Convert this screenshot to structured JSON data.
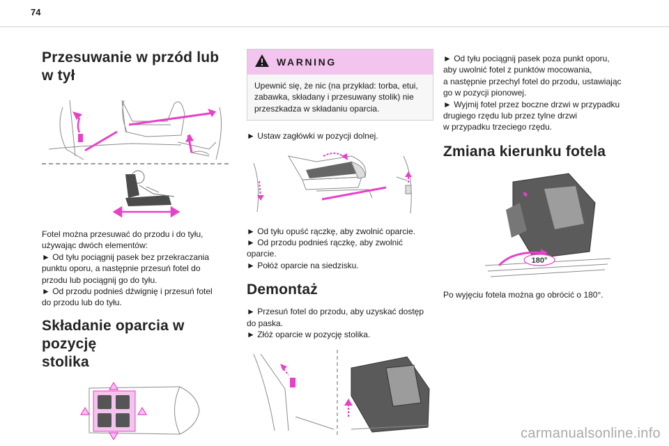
{
  "page": {
    "number": "74"
  },
  "col1": {
    "heading1": [
      "Przesuwanie w przód lub",
      "w tył"
    ],
    "paragraph1": [
      "Fotel można przesuwać do przodu i do tyłu,",
      "używając dwóch elementów:",
      "► Od tyłu pociągnij pasek bez przekraczania",
      "punktu oporu, a następnie przesuń fotel do",
      "przodu lub pociągnij go do tyłu.",
      "► Od przodu podnieś dźwignię i przesuń fotel",
      "do przodu lub do tyłu."
    ],
    "heading2": [
      "Składanie oparcia w pozycję",
      "stolika"
    ]
  },
  "col2": {
    "warning": {
      "title": "WARNING",
      "body": [
        "Upewnić się, że nic (na przykład: torba, etui,",
        "zabawka, składany i przesuwany stolik) nie",
        "przeszkadza w składaniu oparcia."
      ]
    },
    "step_headrest": "► Ustaw zagłówki w pozycji dolnej.",
    "paragraph_fold": [
      "► Od tyłu opuść rączkę, aby zwolnić oparcie.",
      "► Od przodu podnieś rączkę, aby zwolnić",
      "oparcie.",
      "► Połóż oparcie na siedzisku."
    ],
    "heading_demontaz": "Demontaż",
    "paragraph_demontaz": [
      "► Przesuń fotel do przodu, aby uzyskać dostęp",
      "do paska.",
      "► Złóż oparcie w pozycję stolika."
    ]
  },
  "col3": {
    "paragraph_release": [
      "► Od tyłu pociągnij pasek poza punkt oporu,",
      "aby uwolnić fotel z punktów mocowania,",
      "a następnie przechyl fotel do przodu, ustawiając",
      "go w pozycji pionowej.",
      "► Wyjmij fotel przez boczne drzwi w przypadku",
      "drugiego rzędu lub przez tylne drzwi",
      "w przypadku trzeciego rzędu."
    ],
    "heading_zmiana": "Zmiana kierunku fotela",
    "rotation_label": "180°",
    "paragraph_rotate": "Po wyjęciu fotela można go obrócić o 180°."
  },
  "footer": {
    "watermark": "carmanualsonline.info"
  },
  "colors": {
    "accent": "#e940c8",
    "warning_bg": "#f3c4ee",
    "line": "#777777"
  },
  "icons": {
    "warning": "warning-triangle-icon"
  }
}
